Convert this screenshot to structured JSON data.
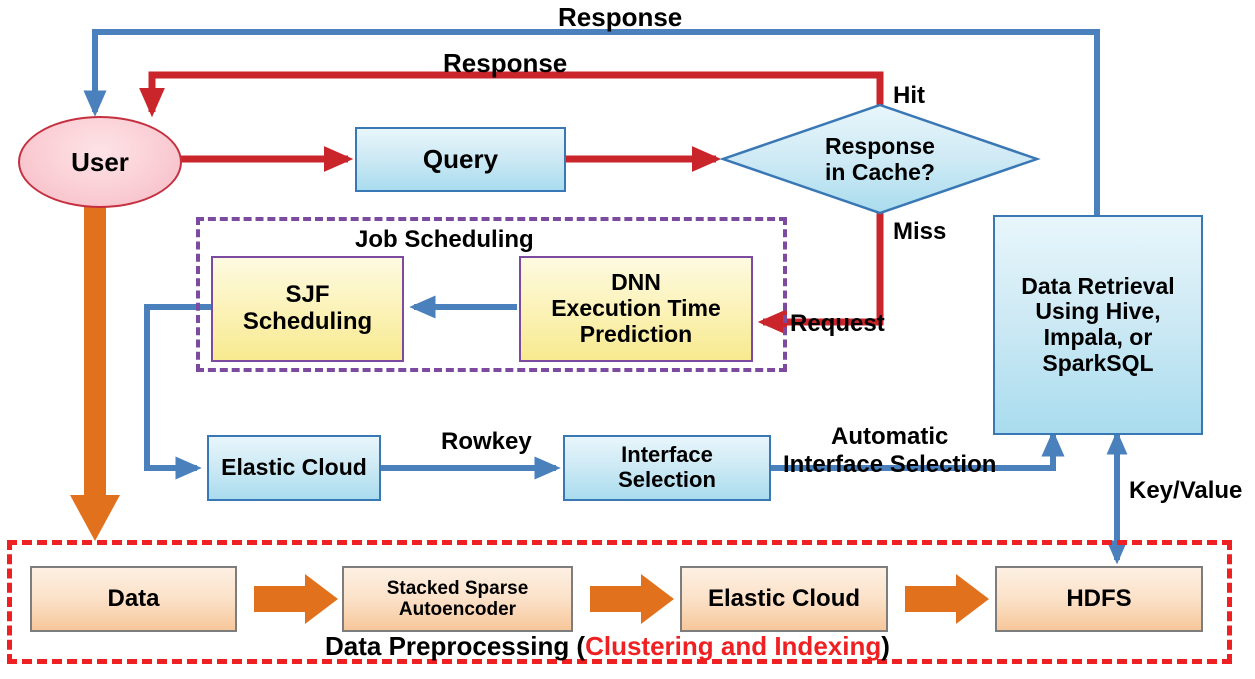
{
  "diagram": {
    "title": "Big data query system architecture with caching, job scheduling and data preprocessing",
    "colors": {
      "red_flow": "#c9252b",
      "blue_flow": "#4a81bd",
      "orange_flow": "#e2711d",
      "purple_dashed": "#7c4ba0",
      "red_dashed": "#ef2022",
      "blue_box_border": "#3a78b5",
      "yellow_box_border": "#7c4ba0",
      "orange_box_border": "#7d7d7d",
      "user_border": "#c4303f",
      "text": "#000000"
    }
  },
  "nodes": {
    "user": "User",
    "query": "Query",
    "cache_decision": "Response\nin Cache?",
    "sjf": "SJF\nScheduling",
    "dnn": "DNN\nExecution Time\nPrediction",
    "elastic_cloud_mid": "Elastic Cloud",
    "interface_selection": "Interface\nSelection",
    "data_retrieval": "Data Retrieval\nUsing Hive,\nImpala, or\nSparkSQL",
    "data": "Data",
    "autoencoder": "Stacked Sparse\nAutoencoder",
    "elastic_cloud_bottom": "Elastic Cloud",
    "hdfs": "HDFS"
  },
  "groups": {
    "job_scheduling": "Job Scheduling",
    "preprocessing_prefix": "Data Preprocessing (",
    "preprocessing_highlight": "Clustering and Indexing",
    "preprocessing_suffix": ")"
  },
  "edge_labels": {
    "response_top": "Response",
    "response_cache": "Response",
    "hit": "Hit",
    "miss": "Miss",
    "request": "Request",
    "rowkey": "Rowkey",
    "automatic_interface_selection": "Automatic\nInterface Selection",
    "key_value": "Key/Value"
  }
}
